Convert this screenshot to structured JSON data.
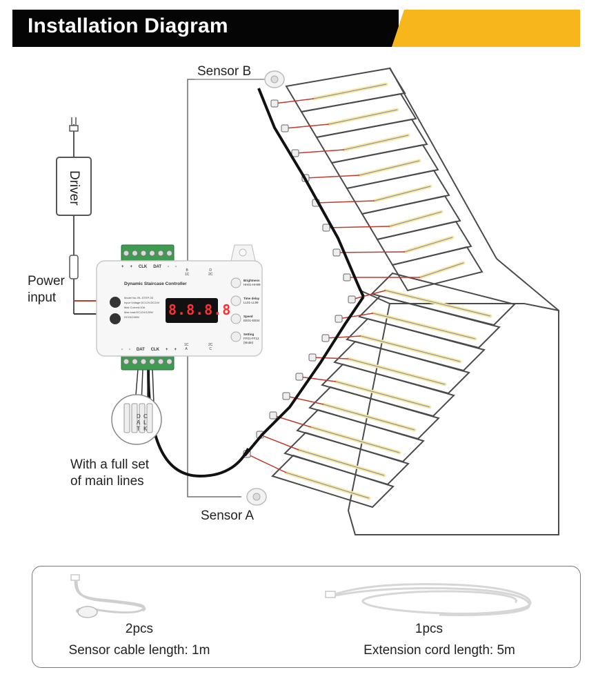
{
  "header": {
    "title": "Installation Diagram"
  },
  "labels": {
    "sensor_b": "Sensor B",
    "sensor_a": "Sensor A",
    "driver": "Driver",
    "power_input_line1": "Power",
    "power_input_line2": "input",
    "main_lines_line1": "With a full set",
    "main_lines_line2": "of main lines"
  },
  "controller": {
    "name": "Dynamic Staircase Controller",
    "display": "8.8.8.8",
    "spec_lines": [
      "Model No.:RL-STEP-03",
      "Input Voltage:DC12V-DC24V",
      "Max Current:10A",
      "Max load:DC12V/120W",
      "DC24/240W"
    ],
    "top_terminal_labels": [
      "+",
      "+",
      "CLK",
      "DAT",
      "-",
      "-"
    ],
    "bottom_terminal_labels": [
      "-",
      "-",
      "DAT",
      "CLK",
      "+",
      "+"
    ],
    "port_b": "B",
    "port_b_sub": "1C",
    "port_d": "D",
    "port_d_sub": "2C",
    "port_a": "1C",
    "port_a_sub": "A",
    "port_c": "2C",
    "port_c_sub": "C",
    "buttons": [
      {
        "label": "Brightness",
        "sub": "HH01-HH99"
      },
      {
        "label": "Time delay",
        "sub": "LL01-LL99"
      },
      {
        "label": "Speed",
        "sub": "EE01-EE04"
      },
      {
        "label": "Setting",
        "sub": "FF01-FF12 (Mode)"
      }
    ]
  },
  "connector_letters": [
    "D",
    "A",
    "T",
    "C",
    "L",
    "K"
  ],
  "accessories": [
    {
      "qty": "2pcs",
      "desc": "Sensor cable length: 1m"
    },
    {
      "qty": "1pcs",
      "desc": "Extension cord length: 5m"
    }
  ],
  "colors": {
    "header_black": "#050505",
    "header_yellow": "#f7b61b",
    "led_strip": "#f3e6a6",
    "wire_red": "#c0392b"
  }
}
